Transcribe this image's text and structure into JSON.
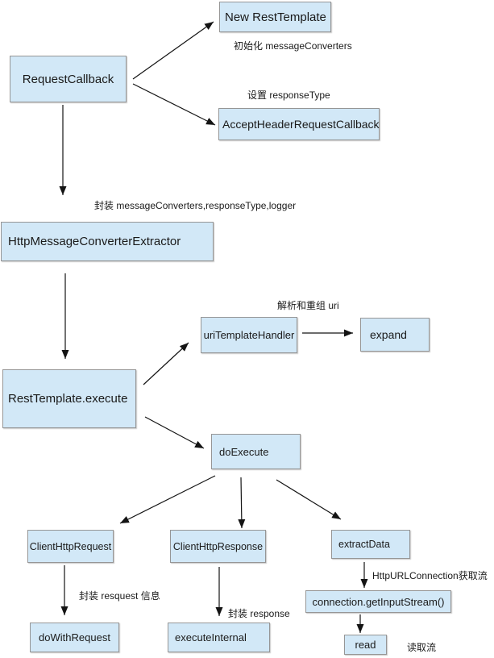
{
  "diagram": {
    "description": "RestTemplate execution flow diagram",
    "colors": {
      "background": "#ffffff",
      "box_fill": "#d2e8f7",
      "box_border": "#969696",
      "arrow": "#141414",
      "text": "#1a1a1a"
    },
    "nodes": [
      {
        "id": "new-resttemplate",
        "label": "New RestTemplate"
      },
      {
        "id": "request-callback",
        "label": "RequestCallback"
      },
      {
        "id": "accept-header-request-callback",
        "label": "AcceptHeaderRequestCallback"
      },
      {
        "id": "http-message-converter-extractor",
        "label": "HttpMessageConverterExtractor"
      },
      {
        "id": "uri-template-handler",
        "label": "uriTemplateHandler"
      },
      {
        "id": "expand",
        "label": "expand"
      },
      {
        "id": "resttemplate-execute",
        "label": "RestTemplate.execute"
      },
      {
        "id": "do-execute",
        "label": "doExecute"
      },
      {
        "id": "client-http-request",
        "label": "ClientHttpRequest"
      },
      {
        "id": "client-http-response",
        "label": "ClientHttpResponse"
      },
      {
        "id": "extract-data",
        "label": "extractData"
      },
      {
        "id": "connection-get-input-stream",
        "label": "connection.getInputStream()"
      },
      {
        "id": "do-with-request",
        "label": "doWithRequest"
      },
      {
        "id": "execute-internal",
        "label": "executeInternal"
      },
      {
        "id": "read",
        "label": "read"
      }
    ],
    "annotations": [
      {
        "id": "init-message-converters",
        "text": "初始化 messageConverters"
      },
      {
        "id": "set-response-type",
        "text": "设置 responseType"
      },
      {
        "id": "wrap-converters",
        "text": "封装 messageConverters,responseType,logger"
      },
      {
        "id": "parse-rebuild-uri",
        "text": "解析和重组 uri"
      },
      {
        "id": "wrap-request-info",
        "text": "封装 resquest 信息"
      },
      {
        "id": "wrap-response",
        "text": "封装 response"
      },
      {
        "id": "http-url-connection-get-stream",
        "text": "HttpURLConnection获取流"
      },
      {
        "id": "read-stream",
        "text": "读取流"
      }
    ],
    "edges": [
      {
        "from": "request-callback",
        "to": "new-resttemplate"
      },
      {
        "from": "request-callback",
        "to": "accept-header-request-callback"
      },
      {
        "from": "request-callback",
        "to": "http-message-converter-extractor"
      },
      {
        "from": "http-message-converter-extractor",
        "to": "resttemplate-execute"
      },
      {
        "from": "resttemplate-execute",
        "to": "uri-template-handler"
      },
      {
        "from": "uri-template-handler",
        "to": "expand"
      },
      {
        "from": "resttemplate-execute",
        "to": "do-execute"
      },
      {
        "from": "do-execute",
        "to": "client-http-request"
      },
      {
        "from": "do-execute",
        "to": "client-http-response"
      },
      {
        "from": "do-execute",
        "to": "extract-data"
      },
      {
        "from": "client-http-request",
        "to": "do-with-request"
      },
      {
        "from": "client-http-response",
        "to": "execute-internal"
      },
      {
        "from": "extract-data",
        "to": "connection-get-input-stream"
      },
      {
        "from": "connection-get-input-stream",
        "to": "read"
      }
    ]
  }
}
